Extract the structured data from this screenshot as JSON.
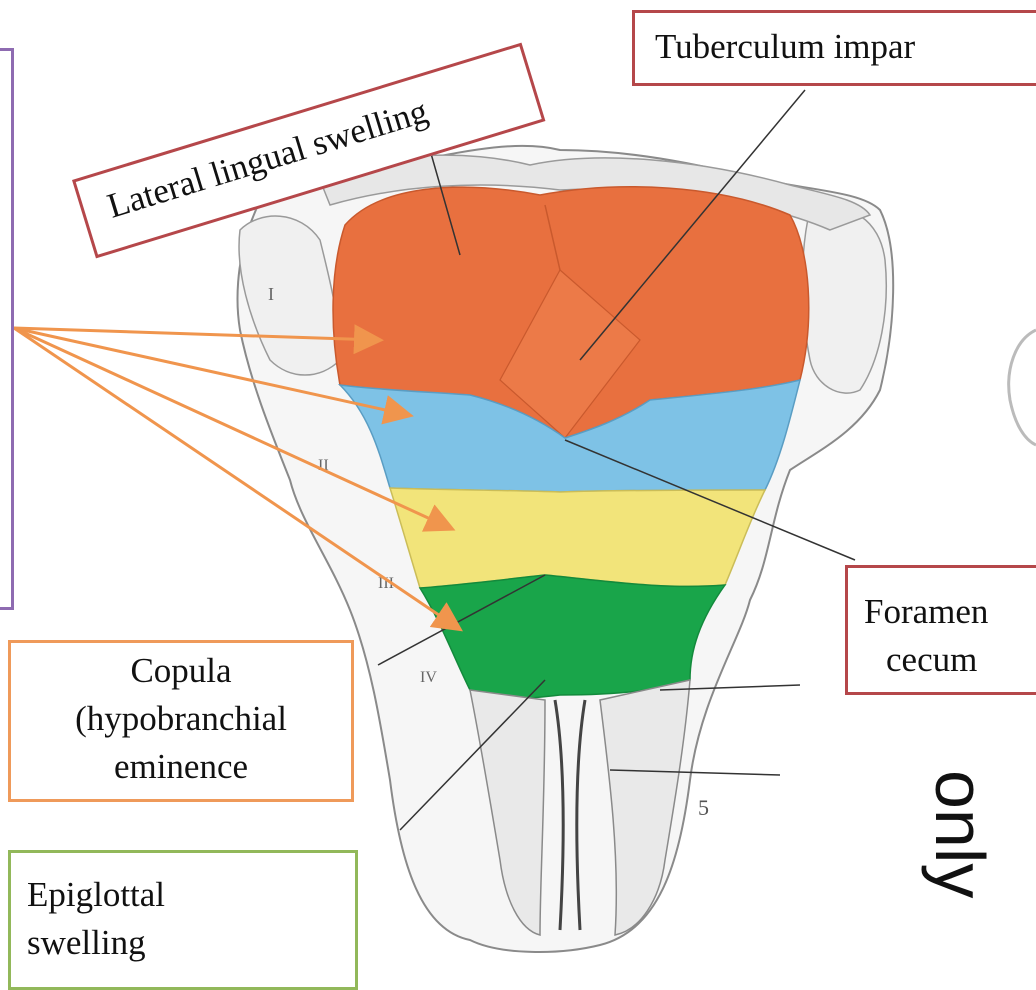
{
  "labels": {
    "tuberculum": "Tuberculum impar",
    "lateral": "Lateral lingual swelling",
    "foramen_line1": "Foramen",
    "foramen_line2": "cecum",
    "copula_line1": "Copula",
    "copula_line2": "(hypobranchial",
    "copula_line3": "eminence",
    "epiglottal_line1": "Epiglottal",
    "epiglottal_line2": "swelling",
    "side_text": "only",
    "arch_1": "I",
    "arch_2": "II",
    "arch_3": "III",
    "arch_4": "IV",
    "arch_5": "5"
  },
  "colors": {
    "orange_region": "#e8703f",
    "blue_region": "#7ec2e6",
    "yellow_region": "#f2e47a",
    "green_region": "#19a54a",
    "red_border": "#b5474a",
    "orange_border": "#ef9a5a",
    "green_border": "#92b85a",
    "purple_border": "#8e6bb1",
    "arrow": "#f0954d"
  }
}
